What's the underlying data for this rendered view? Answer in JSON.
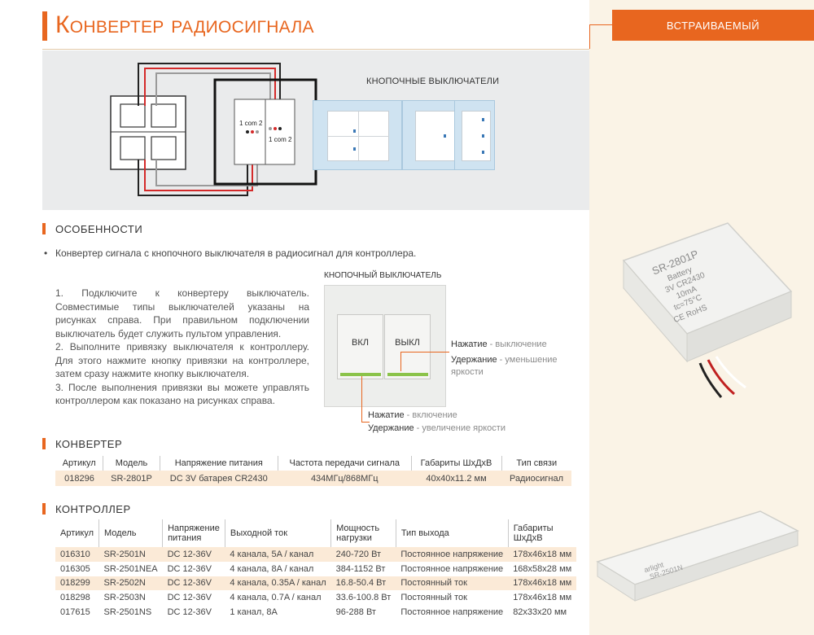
{
  "header": {
    "title": "Конвертер радиосигнала",
    "tab_label": "встраиваемый"
  },
  "diagram": {
    "buttons_caption": "кнопочные выключатели",
    "label_left": "1 com 2",
    "label_right": "1 com 2",
    "wire_red": "#d42a2a",
    "wire_grey": "#9a9a9a",
    "wire_black": "#222222"
  },
  "features": {
    "title": "особенности",
    "bullet": "•",
    "text": "Конвертер сигнала с кнопочного выключателя в радиосигнал для контроллера."
  },
  "steps": [
    "1. Подключите к конвертеру выключатель. Совместимые типы выключателей указаны на рисунках справа. При правильном подключении выключатель будет служить пультом управления.",
    "2. Выполните привязку выключателя к контроллеру. Для этого нажмите кнопку привязки на контроллере, затем сразу нажмите кнопку выключателя.",
    "3. После выполнения привязки вы можете управлять контроллером как показано на рисунках справа."
  ],
  "switch_demo": {
    "caption": "кнопочный выключатель",
    "key_on": "ВКЛ",
    "key_off": "ВЫКЛ",
    "right_press_label": "Нажатие",
    "right_press_text": " - выключение",
    "right_hold_label": "Удержание",
    "right_hold_text_1": " - уменьшение",
    "right_hold_text_2": "яркости",
    "bottom_press_label": "Нажатие",
    "bottom_press_text": " - включение",
    "bottom_hold_label": "Удержание",
    "bottom_hold_text": " - увеличение яркости"
  },
  "converter": {
    "title": "конвертер",
    "headers": [
      "Артикул",
      "Модель",
      "Напряжение питания",
      "Частота передачи сигнала",
      "Габариты ШхДхВ",
      "Тип связи"
    ],
    "rows": [
      [
        "018296",
        "SR-2801P",
        "DC 3V батарея CR2430",
        "434МГц/868МГц",
        "40x40x11.2 мм",
        "Радиосигнал"
      ]
    ]
  },
  "controller": {
    "title": "контроллер",
    "headers": [
      "Артикул",
      "Модель",
      "Напряжение питания",
      "Выходной ток",
      "Мощность нагрузки",
      "Тип выхода",
      "Габариты ШхДхВ"
    ],
    "rows": [
      [
        "016310",
        "SR-2501N",
        "DC 12-36V",
        "4 канала, 5A / канал",
        "240-720 Вт",
        "Постоянное напряжение",
        "178x46x18 мм"
      ],
      [
        "016305",
        "SR-2501NEA",
        "DC 12-36V",
        "4 канала, 8A / канал",
        "384-1152 Вт",
        "Постоянное напряжение",
        "168x58x28 мм"
      ],
      [
        "018299",
        "SR-2502N",
        "DC 12-36V",
        "4 канала, 0.35A / канал",
        "16.8-50.4 Вт",
        "Постоянный ток",
        "178x46x18 мм"
      ],
      [
        "018298",
        "SR-2503N",
        "DC 12-36V",
        "4 канала, 0.7A / канал",
        "33.6-100.8 Вт",
        "Постоянный ток",
        "178x46x18 мм"
      ],
      [
        "017615",
        "SR-2501NS",
        "DC 12-36V",
        "1 канал, 8A",
        "96-288 Вт",
        "Постоянное напряжение",
        "82x33x20 мм"
      ]
    ]
  },
  "products": {
    "converter_label_1": "SR-2801P",
    "converter_label_2": "Battery",
    "converter_label_3": "3V CR2430",
    "converter_label_4": "10mA",
    "converter_label_5": "tc=75°C",
    "converter_label_6": "CE RoHS",
    "controller_brand": "arlight",
    "controller_model": "SR-2501N"
  },
  "colors": {
    "accent": "#e8661f",
    "row_highlight": "#fbead7",
    "sidebar": "#faf3e6"
  }
}
